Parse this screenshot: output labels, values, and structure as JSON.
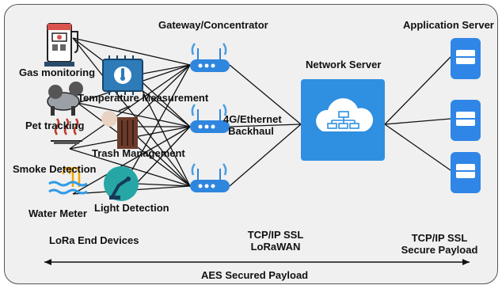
{
  "headers": {
    "gateway": "Gateway/Concentrator",
    "network_server": "Network Server",
    "app_server": "Application Server"
  },
  "devices": {
    "gas": "Gas monitoring",
    "temperature": "Temperature Measurement",
    "pet": "Pet tracking",
    "trash": "Trash Management",
    "smoke": "Smoke Detection",
    "water": "Water Meter",
    "light": "Light Detection"
  },
  "backhaul": {
    "line1": "4G/Ethernet",
    "line2": "Backhaul"
  },
  "bottom": {
    "end_devices": "LoRa End Devices",
    "mid_line1": "TCP/IP SSL",
    "mid_line2": "LoRaWAN",
    "right_line1": "TCP/IP SSL",
    "right_line2": "Secure Payload",
    "aes": "AES Secured Payload"
  },
  "colors": {
    "accent_blue": "#2e86de",
    "network_server": "#2f8fe0",
    "app_server": "#2f86e6",
    "router_wifi": "#4a9ee0"
  }
}
